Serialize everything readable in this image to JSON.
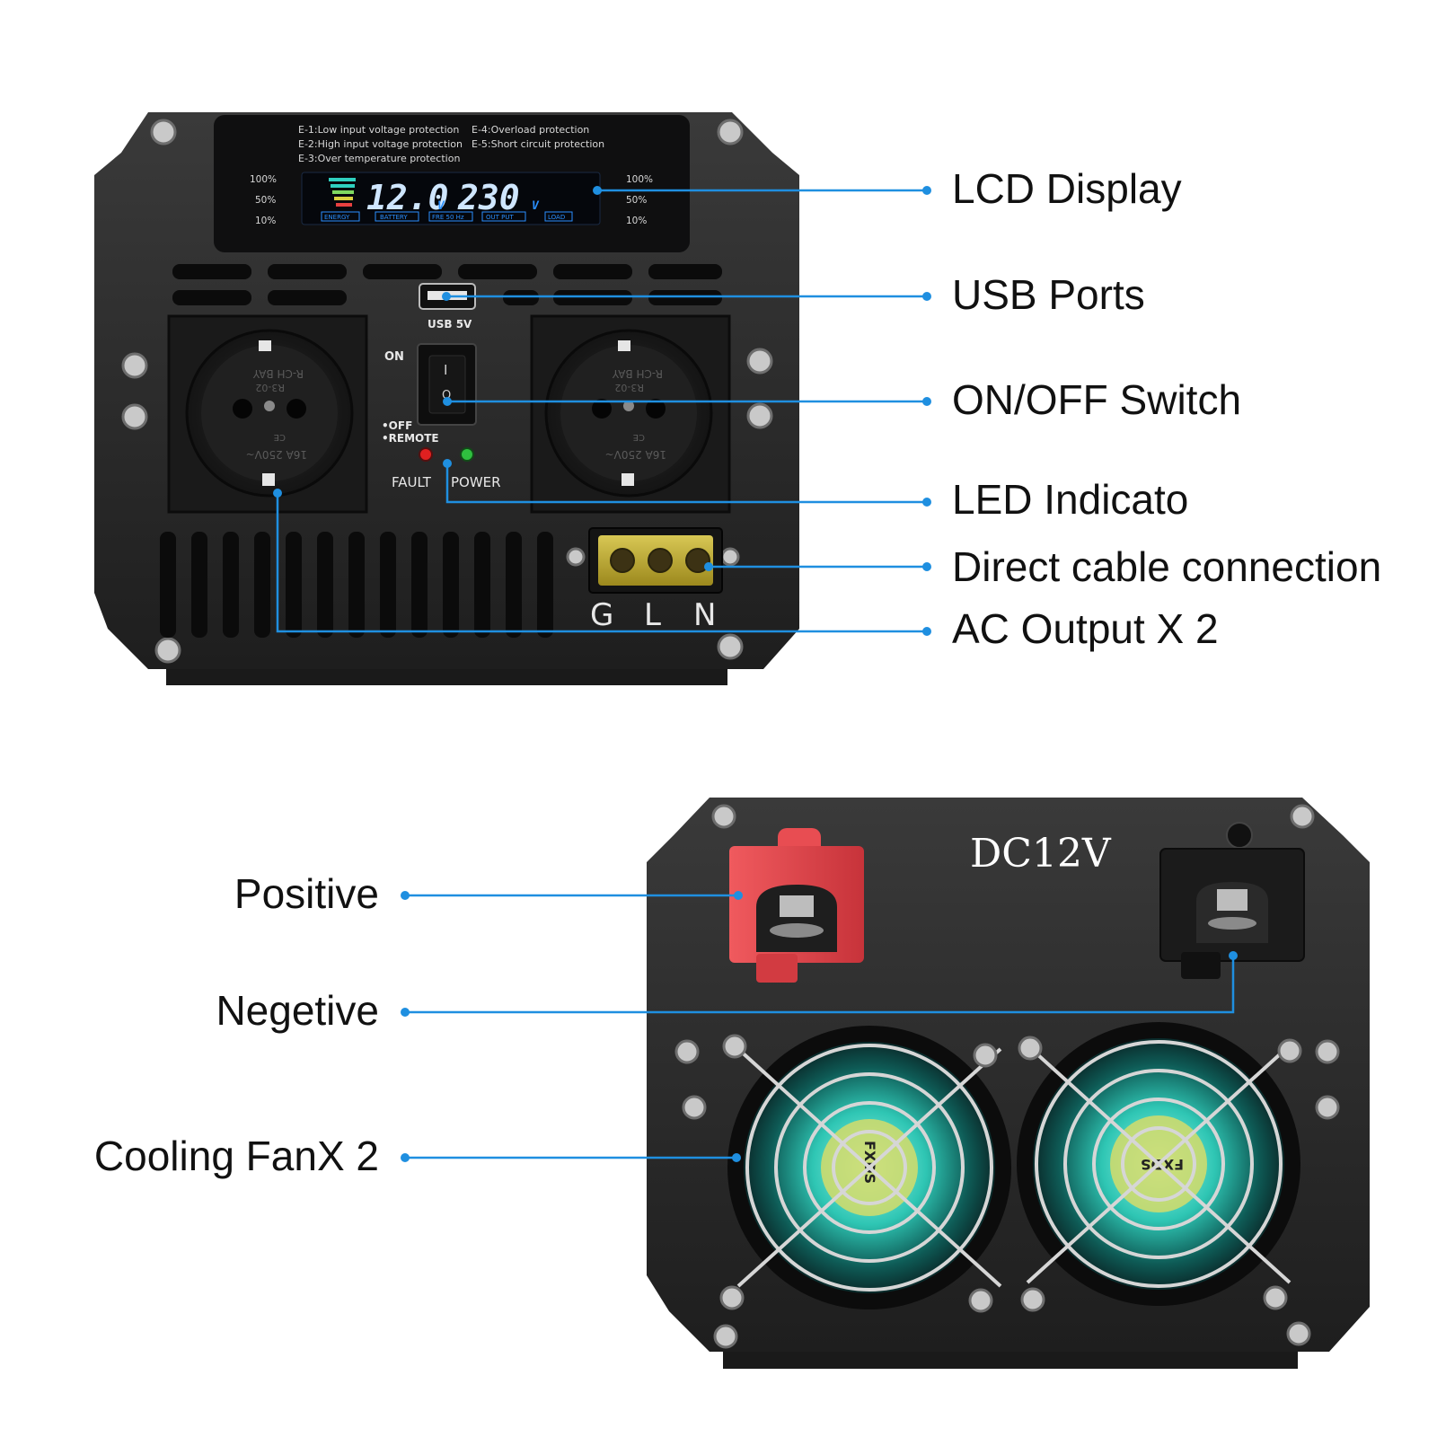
{
  "front": {
    "error_codes": [
      "E-1:Low input voltage protection",
      "E-2:High input voltage protection",
      "E-3:Over temperature protection",
      "E-4:Overload protection",
      "E-5:Short circuit protection"
    ],
    "scale_labels": [
      "100%",
      "50%",
      "10%"
    ],
    "lcd": {
      "battery_voltage": "12.0",
      "voltage_unit": "V",
      "output_voltage": "230",
      "tags": [
        "ENERGY",
        "BATTERY",
        "FRE 50 Hz",
        "OUT PUT",
        "LOAD"
      ]
    },
    "usb_label": "USB 5V",
    "switch_on_label": "ON",
    "switch_on_symbol": "I",
    "switch_off_symbol": "O",
    "switch_off_label": "•OFF",
    "remote_label": "•REMOTE",
    "fault_label": "FAULT",
    "power_label": "POWER",
    "socket_rating": "16A 250V~",
    "socket_model": "R3-02",
    "socket_brand": "R-CH BAY",
    "socket_cert": "CE",
    "terminal_labels": [
      "G",
      "L",
      "N"
    ]
  },
  "back": {
    "label": "DC12V",
    "fan_sticker_text": "FXDS"
  },
  "callouts": {
    "lcd_display": "LCD Display",
    "usb_ports": "USB Ports",
    "on_off_switch": "ON/OFF Switch",
    "led_indicator": "LED Indicato",
    "direct_cable": "Direct cable connection",
    "ac_output": "AC Output X 2",
    "positive": "Positive",
    "negative": "Negetive",
    "cooling_fan": "Cooling FanX 2"
  },
  "colors": {
    "leader_line": "#1f8fe0",
    "housing": "#2a2a2a",
    "lcd_blue": "#2a8fff",
    "positive_terminal": "#e8454a",
    "fan_glow": "#3fd0c0",
    "fault_led": "#e02020",
    "power_led": "#2fbf3f",
    "terminal_block": "#d6c23a"
  }
}
